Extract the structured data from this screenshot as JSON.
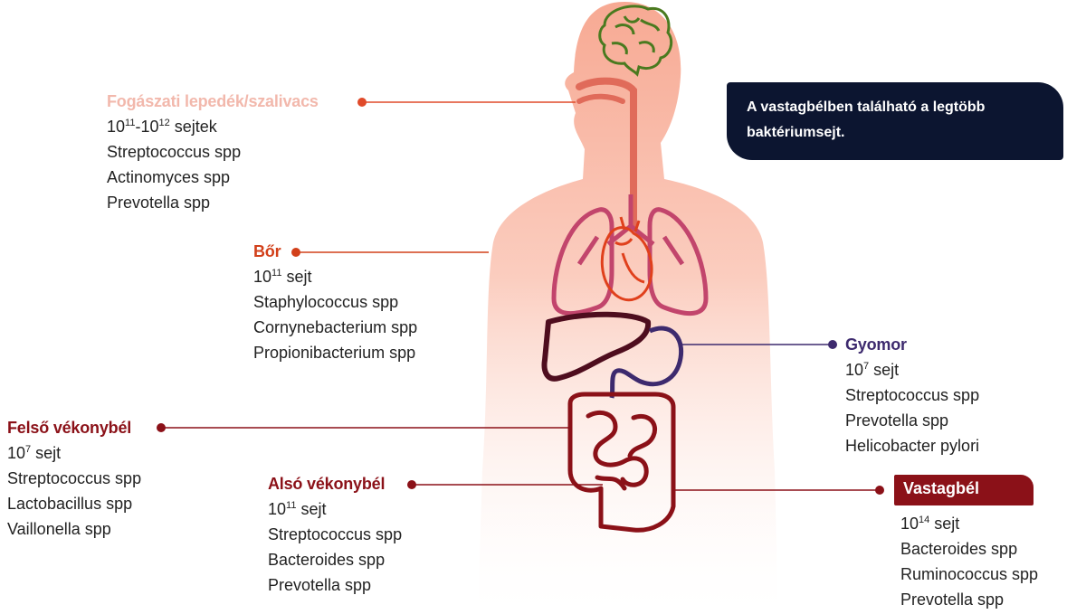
{
  "colors": {
    "skin_light": "#fde9e2",
    "skin_mid": "#f8b6a3",
    "brain": "#4a7a1f",
    "lungs": "#c2456c",
    "heart": "#e0401c",
    "liver": "#4e0d1e",
    "stomach": "#3d2a6e",
    "intestine": "#8b1118",
    "mouth_label": "#f2b8ac",
    "skin_label": "#d2401a",
    "stomach_label": "#3d2a6e",
    "small_int_label": "#8b1118",
    "callout_bg": "#0c1530"
  },
  "callout": {
    "text": "A vastagbélben található a legtöbb baktériumsejt."
  },
  "mouth": {
    "title": "Fogászati lepedék/szalivacs",
    "count_base_a": "10",
    "count_exp_a": "11",
    "count_sep": "-",
    "count_base_b": "10",
    "count_exp_b": "12",
    "count_unit": " sejtek",
    "species": [
      "Streptococcus spp",
      "Actinomyces spp",
      "Prevotella spp"
    ]
  },
  "skin": {
    "title": "Bőr",
    "count_base": "10",
    "count_exp": "11",
    "count_unit": " sejt",
    "species": [
      "Staphylococcus spp",
      "Cornynebacterium spp",
      "Propionibacterium spp"
    ]
  },
  "stomach": {
    "title": "Gyomor",
    "count_base": "10",
    "count_exp": "7",
    "count_unit": " sejt",
    "species": [
      "Streptococcus spp",
      "Prevotella spp",
      "Helicobacter pylori"
    ]
  },
  "upper_small_intestine": {
    "title": "Felső vékonybél",
    "count_base": "10",
    "count_exp": "7",
    "count_unit": " sejt",
    "species": [
      "Streptococcus spp",
      "Lactobacillus spp",
      "Vaillonella spp"
    ]
  },
  "lower_small_intestine": {
    "title": "Alsó vékonybél",
    "count_base": "10",
    "count_exp": "11",
    "count_unit": " sejt",
    "species": [
      "Streptococcus spp",
      "Bacteroides spp",
      "Prevotella spp"
    ]
  },
  "large_intestine": {
    "title": "Vastagbél",
    "count_base": "10",
    "count_exp": "14",
    "count_unit": " sejt",
    "species": [
      "Bacteroides spp",
      "Ruminococcus spp",
      "Prevotella spp"
    ]
  }
}
